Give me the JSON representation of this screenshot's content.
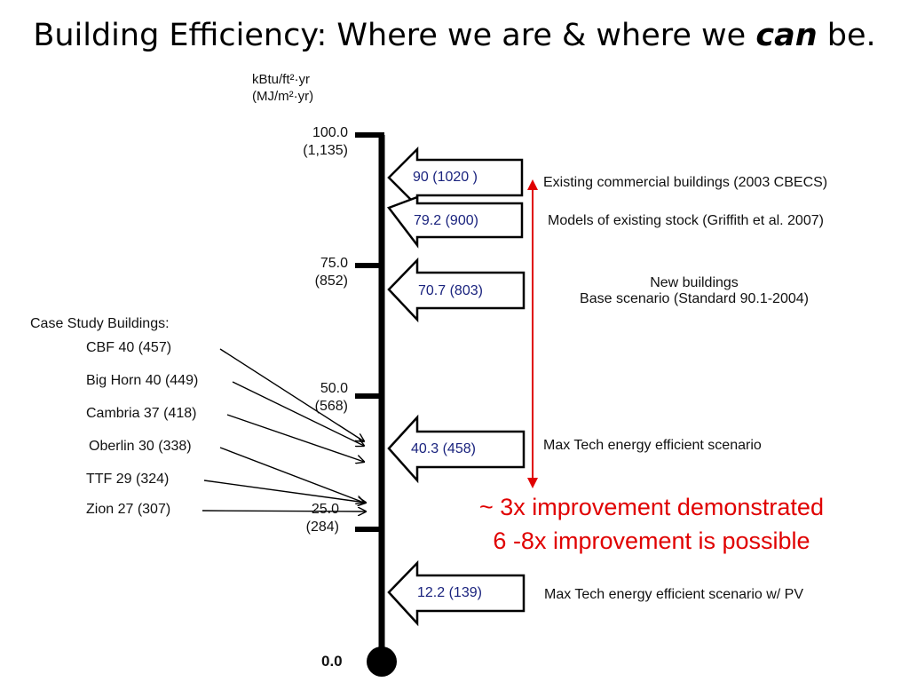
{
  "title": {
    "prefix": "Building Efficiency: Where we are & where we ",
    "emph": "can",
    "suffix": " be."
  },
  "axis": {
    "unit_line1": "kBtu/ft²·yr",
    "unit_line2": "(MJ/m²·yr)",
    "ticks": [
      {
        "value": "100.0",
        "metric": "(1,135)"
      },
      {
        "value": "75.0",
        "metric": "(852)"
      },
      {
        "value": "50.0",
        "metric": "(568)"
      },
      {
        "value": "25.0",
        "metric": "(284)"
      }
    ],
    "zero_label": "0.0"
  },
  "scenarios": [
    {
      "value": "90 (1020 )",
      "description": "Existing commercial buildings (2003 CBECS)"
    },
    {
      "value": "79.2 (900)",
      "description": "Models of existing stock (Griffith et al. 2007)"
    },
    {
      "value": "70.7 (803)",
      "description_line1": "New buildings",
      "description_line2": "Base scenario (Standard 90.1-2004)"
    },
    {
      "value": "40.3 (458)",
      "description": "Max Tech energy efficient scenario"
    },
    {
      "value": "12.2 (139)",
      "description": "Max Tech energy efficient scenario w/ PV"
    }
  ],
  "case_study": {
    "heading": "Case Study Buildings:",
    "items": [
      "CBF 40 (457)",
      "Big Horn 40 (449)",
      "Cambria 37 (418)",
      "Oberlin 30 (338)",
      "TTF 29 (324)",
      "Zion 27 (307)"
    ]
  },
  "notes": {
    "line1": "~ 3x improvement demonstrated",
    "line2": "6 -8x improvement is possible",
    "color": "#e00000"
  },
  "colors": {
    "arrow_text": "#1a237e",
    "axis": "#000000"
  }
}
